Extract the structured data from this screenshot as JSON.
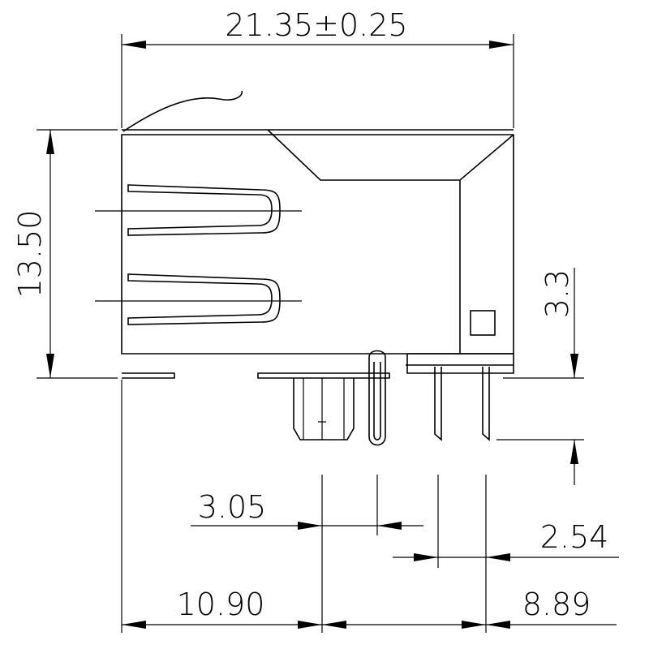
{
  "drawing": {
    "colors": {
      "line": "#000000",
      "background": "#ffffff"
    },
    "dimensions": {
      "overall_width": "21.35±0.25",
      "height": "13.50",
      "pin_length": "3.3",
      "post_offset": "3.05",
      "pin_pitch": "2.54",
      "left_to_post": "10.90",
      "post_to_pins": "8.89"
    }
  }
}
